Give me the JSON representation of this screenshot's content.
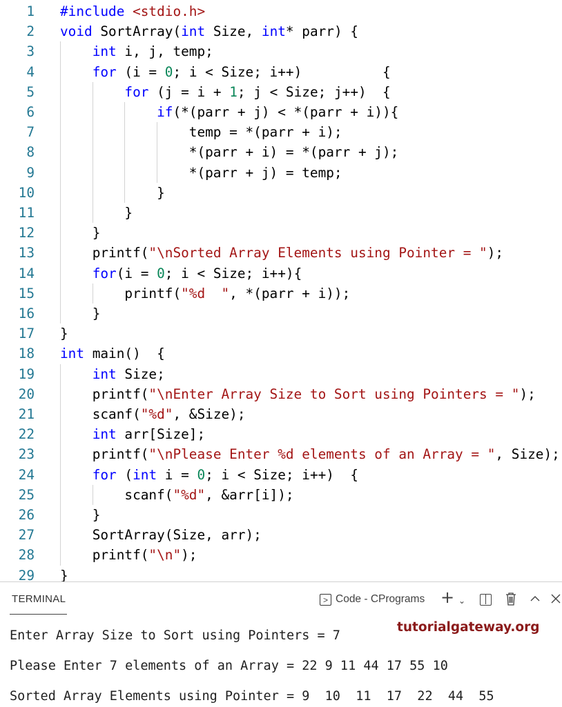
{
  "editor": {
    "lines": [
      [
        [
          "k",
          "#include "
        ],
        [
          "s",
          "<stdio.h>"
        ]
      ],
      [
        [
          "k",
          "void"
        ],
        [
          "p",
          " SortArray("
        ],
        [
          "k",
          "int"
        ],
        [
          "p",
          " Size, "
        ],
        [
          "k",
          "int"
        ],
        [
          "p",
          "* parr) {"
        ]
      ],
      [
        [
          "p",
          "    "
        ],
        [
          "k",
          "int"
        ],
        [
          "p",
          " i, j, temp;"
        ]
      ],
      [
        [
          "p",
          "    "
        ],
        [
          "k",
          "for"
        ],
        [
          "p",
          " (i = "
        ],
        [
          "n",
          "0"
        ],
        [
          "p",
          "; i < Size; i++)          {"
        ]
      ],
      [
        [
          "p",
          "        "
        ],
        [
          "k",
          "for"
        ],
        [
          "p",
          " (j = i + "
        ],
        [
          "n",
          "1"
        ],
        [
          "p",
          "; j < Size; j++)  {"
        ]
      ],
      [
        [
          "p",
          "            "
        ],
        [
          "k",
          "if"
        ],
        [
          "p",
          "(*(parr + j) < *(parr + i)){"
        ]
      ],
      [
        [
          "p",
          "                temp = *(parr + i);"
        ]
      ],
      [
        [
          "p",
          "                *(parr + i) = *(parr + j);"
        ]
      ],
      [
        [
          "p",
          "                *(parr + j) = temp;"
        ]
      ],
      [
        [
          "p",
          "            }"
        ]
      ],
      [
        [
          "p",
          "        }"
        ]
      ],
      [
        [
          "p",
          "    }"
        ]
      ],
      [
        [
          "p",
          "    printf("
        ],
        [
          "s",
          "\"\\nSorted Array Elements using Pointer = \""
        ],
        [
          "p",
          ");"
        ]
      ],
      [
        [
          "p",
          "    "
        ],
        [
          "k",
          "for"
        ],
        [
          "p",
          "(i = "
        ],
        [
          "n",
          "0"
        ],
        [
          "p",
          "; i < Size; i++){"
        ]
      ],
      [
        [
          "p",
          "        printf("
        ],
        [
          "s",
          "\"%d  \""
        ],
        [
          "p",
          ", *(parr + i));"
        ]
      ],
      [
        [
          "p",
          "    }"
        ]
      ],
      [
        [
          "p",
          "}"
        ]
      ],
      [
        [
          "k",
          "int"
        ],
        [
          "p",
          " main()  {"
        ]
      ],
      [
        [
          "p",
          "    "
        ],
        [
          "k",
          "int"
        ],
        [
          "p",
          " Size;"
        ]
      ],
      [
        [
          "p",
          "    printf("
        ],
        [
          "s",
          "\"\\nEnter Array Size to Sort using Pointers = \""
        ],
        [
          "p",
          ");"
        ]
      ],
      [
        [
          "p",
          "    scanf("
        ],
        [
          "s",
          "\"%d\""
        ],
        [
          "p",
          ", &Size);"
        ]
      ],
      [
        [
          "p",
          "    "
        ],
        [
          "k",
          "int"
        ],
        [
          "p",
          " arr[Size];"
        ]
      ],
      [
        [
          "p",
          "    printf("
        ],
        [
          "s",
          "\"\\nPlease Enter %d elements of an Array = \""
        ],
        [
          "p",
          ", Size);"
        ]
      ],
      [
        [
          "p",
          "    "
        ],
        [
          "k",
          "for"
        ],
        [
          "p",
          " ("
        ],
        [
          "k",
          "int"
        ],
        [
          "p",
          " i = "
        ],
        [
          "n",
          "0"
        ],
        [
          "p",
          "; i < Size; i++)  {"
        ]
      ],
      [
        [
          "p",
          "        scanf("
        ],
        [
          "s",
          "\"%d\""
        ],
        [
          "p",
          ", &arr[i]);"
        ]
      ],
      [
        [
          "p",
          "    }"
        ]
      ],
      [
        [
          "p",
          "    SortArray(Size, arr);"
        ]
      ],
      [
        [
          "p",
          "    printf("
        ],
        [
          "s",
          "\"\\n\""
        ],
        [
          "p",
          ");"
        ]
      ],
      [
        [
          "p",
          "}"
        ]
      ]
    ]
  },
  "colors": {
    "keyword": "#0000ff",
    "string": "#a31515",
    "number": "#098658",
    "line_number": "#237893",
    "watermark": "#8b1a1a"
  },
  "panel": {
    "tab_label": "TERMINAL",
    "terminal_name": "Code - CPrograms",
    "icons": [
      "terminal-icon",
      "plus-icon",
      "chevron-down-icon",
      "split-icon",
      "trash-icon",
      "chevron-up-icon",
      "close-icon"
    ],
    "watermark": "tutorialgateway.org",
    "output": [
      "Enter Array Size to Sort using Pointers = 7",
      "Please Enter 7 elements of an Array = 22 9 11 44 17 55 10",
      "Sorted Array Elements using Pointer = 9  10  11  17  22  44  55"
    ]
  }
}
